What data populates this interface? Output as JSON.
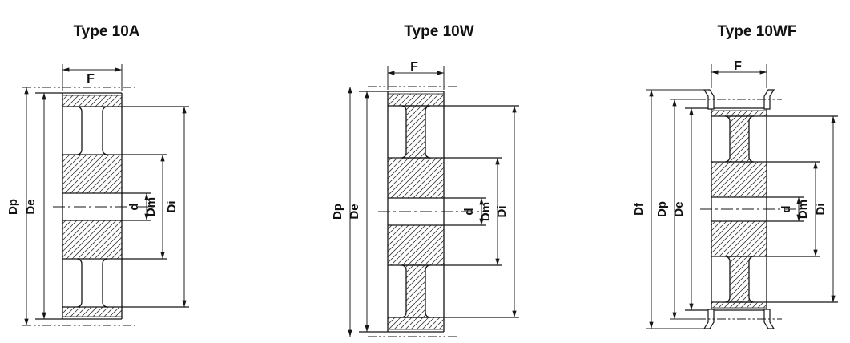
{
  "page": {
    "description_colors": {
      "line": "#151515",
      "hatch": "#3e3e3e",
      "background": "#ffffff"
    }
  },
  "diagrams": [
    {
      "title": "Type 10A",
      "labels": {
        "f": "F",
        "dp": "Dp",
        "de": "De",
        "d": "d",
        "dm": "Dm",
        "di": "Di"
      }
    },
    {
      "title": "Type 10W",
      "labels": {
        "f": "F",
        "dp": "Dp",
        "de": "De",
        "d": "d",
        "dm": "Dm",
        "di": "Di"
      }
    },
    {
      "title": "Type 10WF",
      "labels": {
        "f": "F",
        "df": "Df",
        "dp": "Dp",
        "de": "De",
        "d": "d",
        "dm": "Dm",
        "di": "Di"
      }
    }
  ]
}
